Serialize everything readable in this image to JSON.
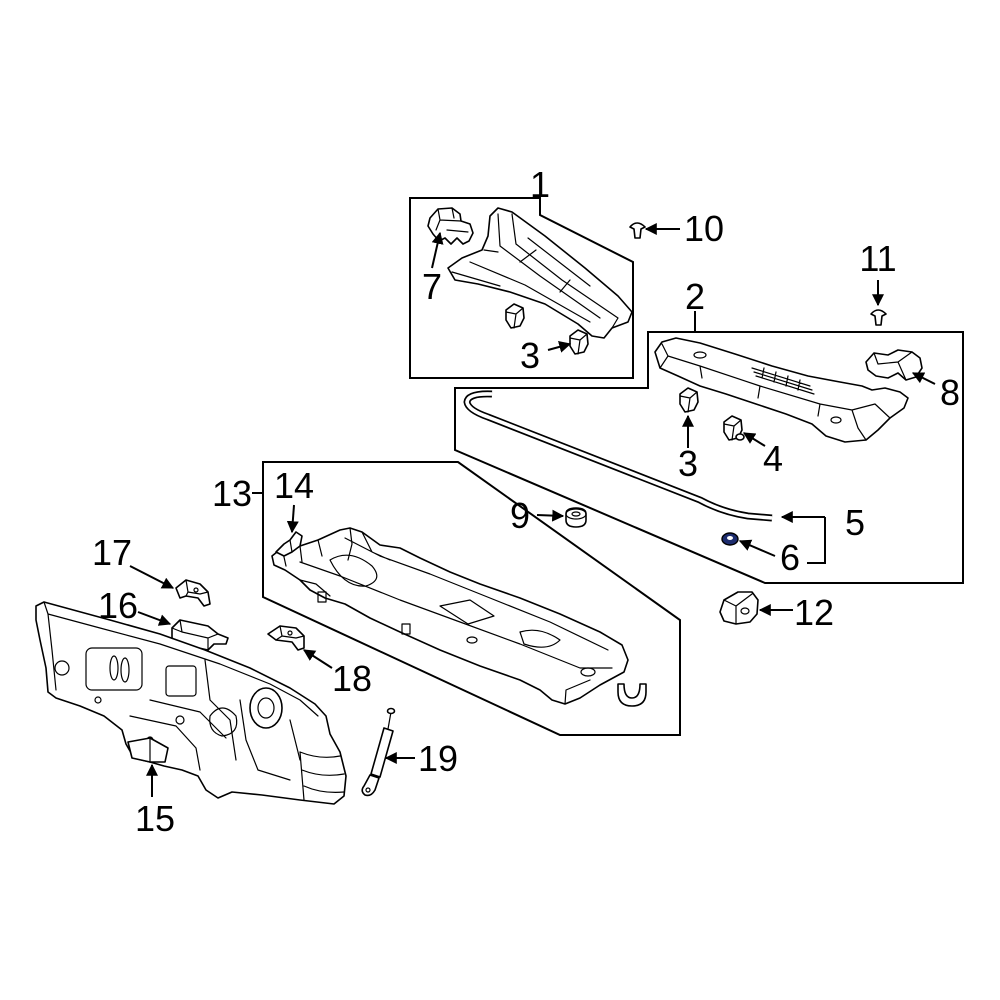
{
  "callouts": [
    "1",
    "2",
    "3",
    "3",
    "4",
    "5",
    "6",
    "7",
    "8",
    "9",
    "10",
    "11",
    "12",
    "13",
    "14",
    "15",
    "16",
    "17",
    "18",
    "19"
  ],
  "colors": {
    "line": "#000000",
    "background": "#ffffff",
    "grommet_fill": "#1c2c6e"
  }
}
